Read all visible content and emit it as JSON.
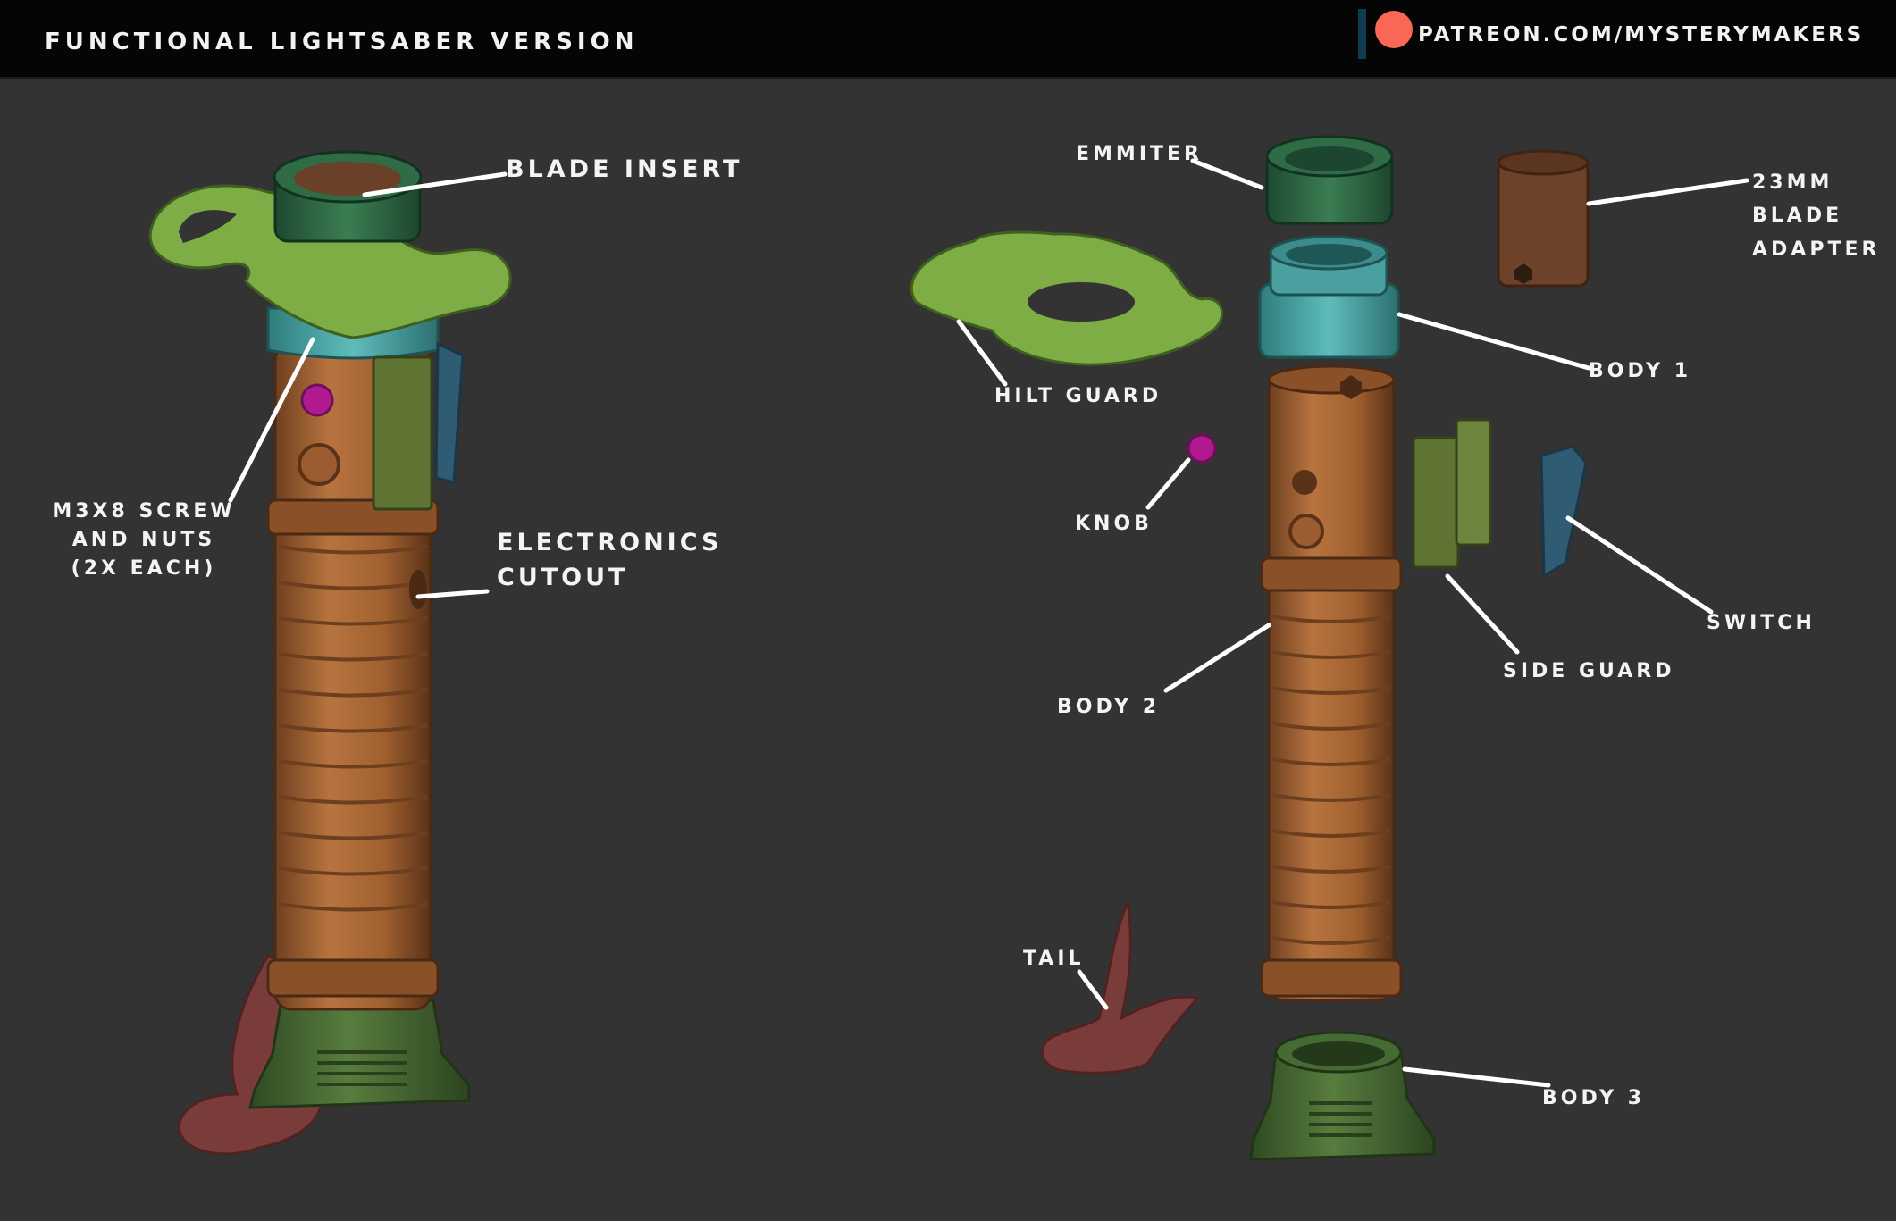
{
  "header": {
    "title": "Functional Lightsaber Version",
    "patreon_url": "patreon.com/mysterymakers"
  },
  "labels": {
    "blade_insert": "Blade Insert",
    "screw_line1": "M3x8 screw",
    "screw_line2": "and nuts",
    "screw_line3": "(2x each)",
    "electronics_line1": "Electronics",
    "electronics_line2": "Cutout",
    "emmiter": "Emmiter",
    "blade_adapter_line1": "23mm",
    "blade_adapter_line2": "blade",
    "blade_adapter_line3": "adapter",
    "hilt_guard": "Hilt Guard",
    "body1": "Body 1",
    "knob": "Knob",
    "switch": "Switch",
    "side_guard": "Side Guard",
    "body2": "Body 2",
    "tail": "Tail",
    "body3": "Body 3"
  },
  "colors": {
    "background": "#333333",
    "header_bg": "#050505",
    "patreon_coral": "#f96854",
    "guard_green": "#7fad45",
    "emitter_green": "#2f6b45",
    "body1_teal": "#4fa8a8",
    "body_copper": "#a8683a",
    "pommel_green": "#4a6b35",
    "side_guard_olive": "#5f7433",
    "switch_blue": "#2f5b73",
    "knob_magenta": "#b0198f",
    "tail_maroon": "#7a3c3a"
  }
}
